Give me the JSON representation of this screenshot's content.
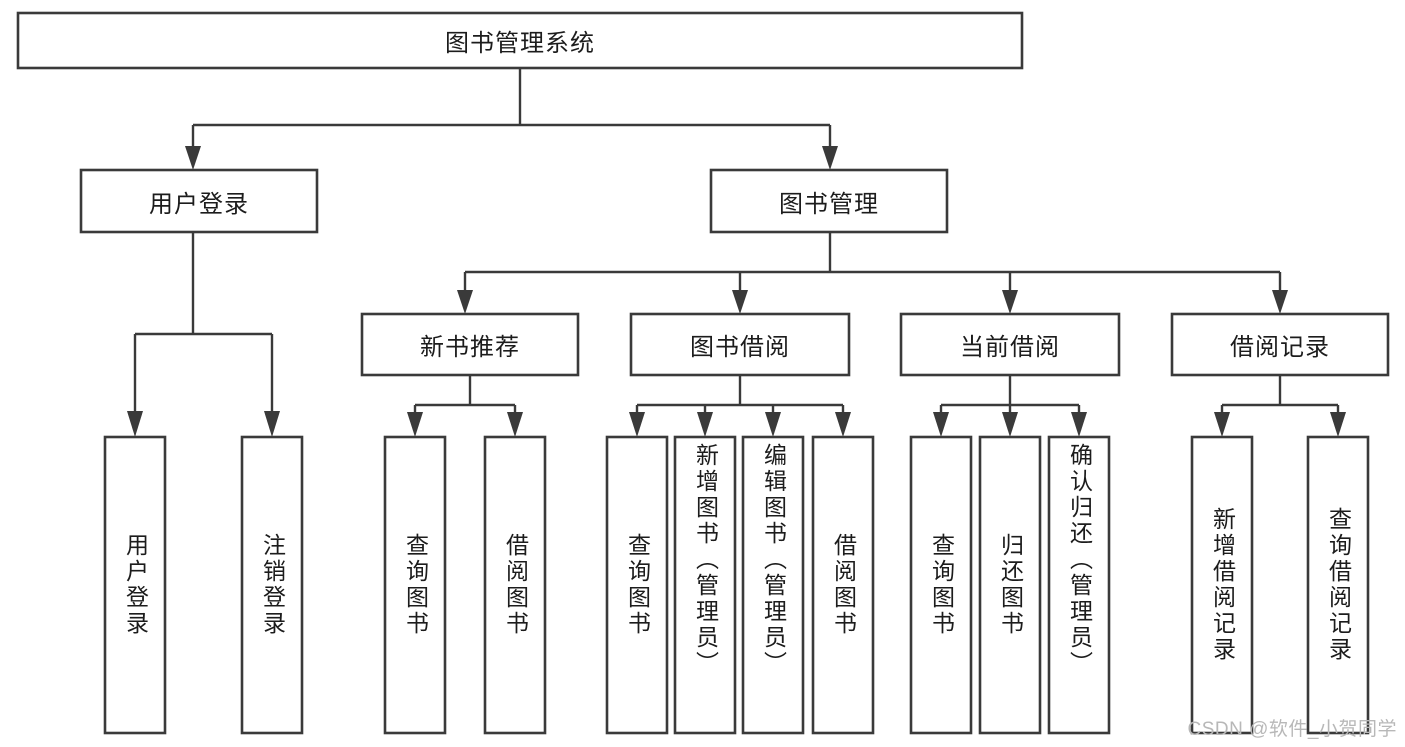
{
  "diagram": {
    "type": "tree-hierarchy",
    "title": "图书管理系统",
    "root": {
      "id": "root",
      "label": "图书管理系统",
      "orientation": "horizontal"
    },
    "level2": [
      {
        "id": "user-login",
        "label": "用户登录",
        "orientation": "horizontal"
      },
      {
        "id": "book-manage",
        "label": "图书管理",
        "orientation": "horizontal"
      }
    ],
    "level3": [
      {
        "id": "new-book-rec",
        "label": "新书推荐",
        "orientation": "horizontal",
        "parent": "book-manage"
      },
      {
        "id": "book-borrow",
        "label": "图书借阅",
        "orientation": "horizontal",
        "parent": "book-manage"
      },
      {
        "id": "current-borrow",
        "label": "当前借阅",
        "orientation": "horizontal",
        "parent": "book-manage"
      },
      {
        "id": "borrow-record",
        "label": "借阅记录",
        "orientation": "horizontal",
        "parent": "book-manage"
      }
    ],
    "leaves": [
      {
        "id": "leaf-user-login",
        "label": "用户登录",
        "orientation": "vertical",
        "parent": "user-login"
      },
      {
        "id": "leaf-user-logout",
        "label": "注销登录",
        "orientation": "vertical",
        "parent": "user-login"
      },
      {
        "id": "leaf-query-book-1",
        "label": "查询图书",
        "orientation": "vertical",
        "parent": "new-book-rec"
      },
      {
        "id": "leaf-borrow-book-1",
        "label": "借阅图书",
        "orientation": "vertical",
        "parent": "new-book-rec"
      },
      {
        "id": "leaf-query-book-2",
        "label": "查询图书",
        "orientation": "vertical",
        "parent": "book-borrow"
      },
      {
        "id": "leaf-add-book",
        "label": "新增图书（管理员）",
        "orientation": "vertical",
        "parent": "book-borrow"
      },
      {
        "id": "leaf-edit-book",
        "label": "编辑图书（管理员）",
        "orientation": "vertical",
        "parent": "book-borrow"
      },
      {
        "id": "leaf-borrow-book-2",
        "label": "借阅图书",
        "orientation": "vertical",
        "parent": "book-borrow"
      },
      {
        "id": "leaf-query-book-3",
        "label": "查询图书",
        "orientation": "vertical",
        "parent": "current-borrow"
      },
      {
        "id": "leaf-return-book",
        "label": "归还图书",
        "orientation": "vertical",
        "parent": "current-borrow"
      },
      {
        "id": "leaf-confirm-return",
        "label": "确认归还（管理员）",
        "orientation": "vertical",
        "parent": "current-borrow"
      },
      {
        "id": "leaf-add-record",
        "label": "新增借阅记录",
        "orientation": "vertical",
        "parent": "borrow-record"
      },
      {
        "id": "leaf-query-record",
        "label": "查询借阅记录",
        "orientation": "vertical",
        "parent": "borrow-record"
      }
    ]
  },
  "watermark": {
    "text": "CSDN @软件_小贺同学"
  },
  "colors": {
    "stroke": "#3a3a3a",
    "fill": "#ffffff",
    "text": "#1c1c1c",
    "watermark": "#b8b8b8"
  }
}
